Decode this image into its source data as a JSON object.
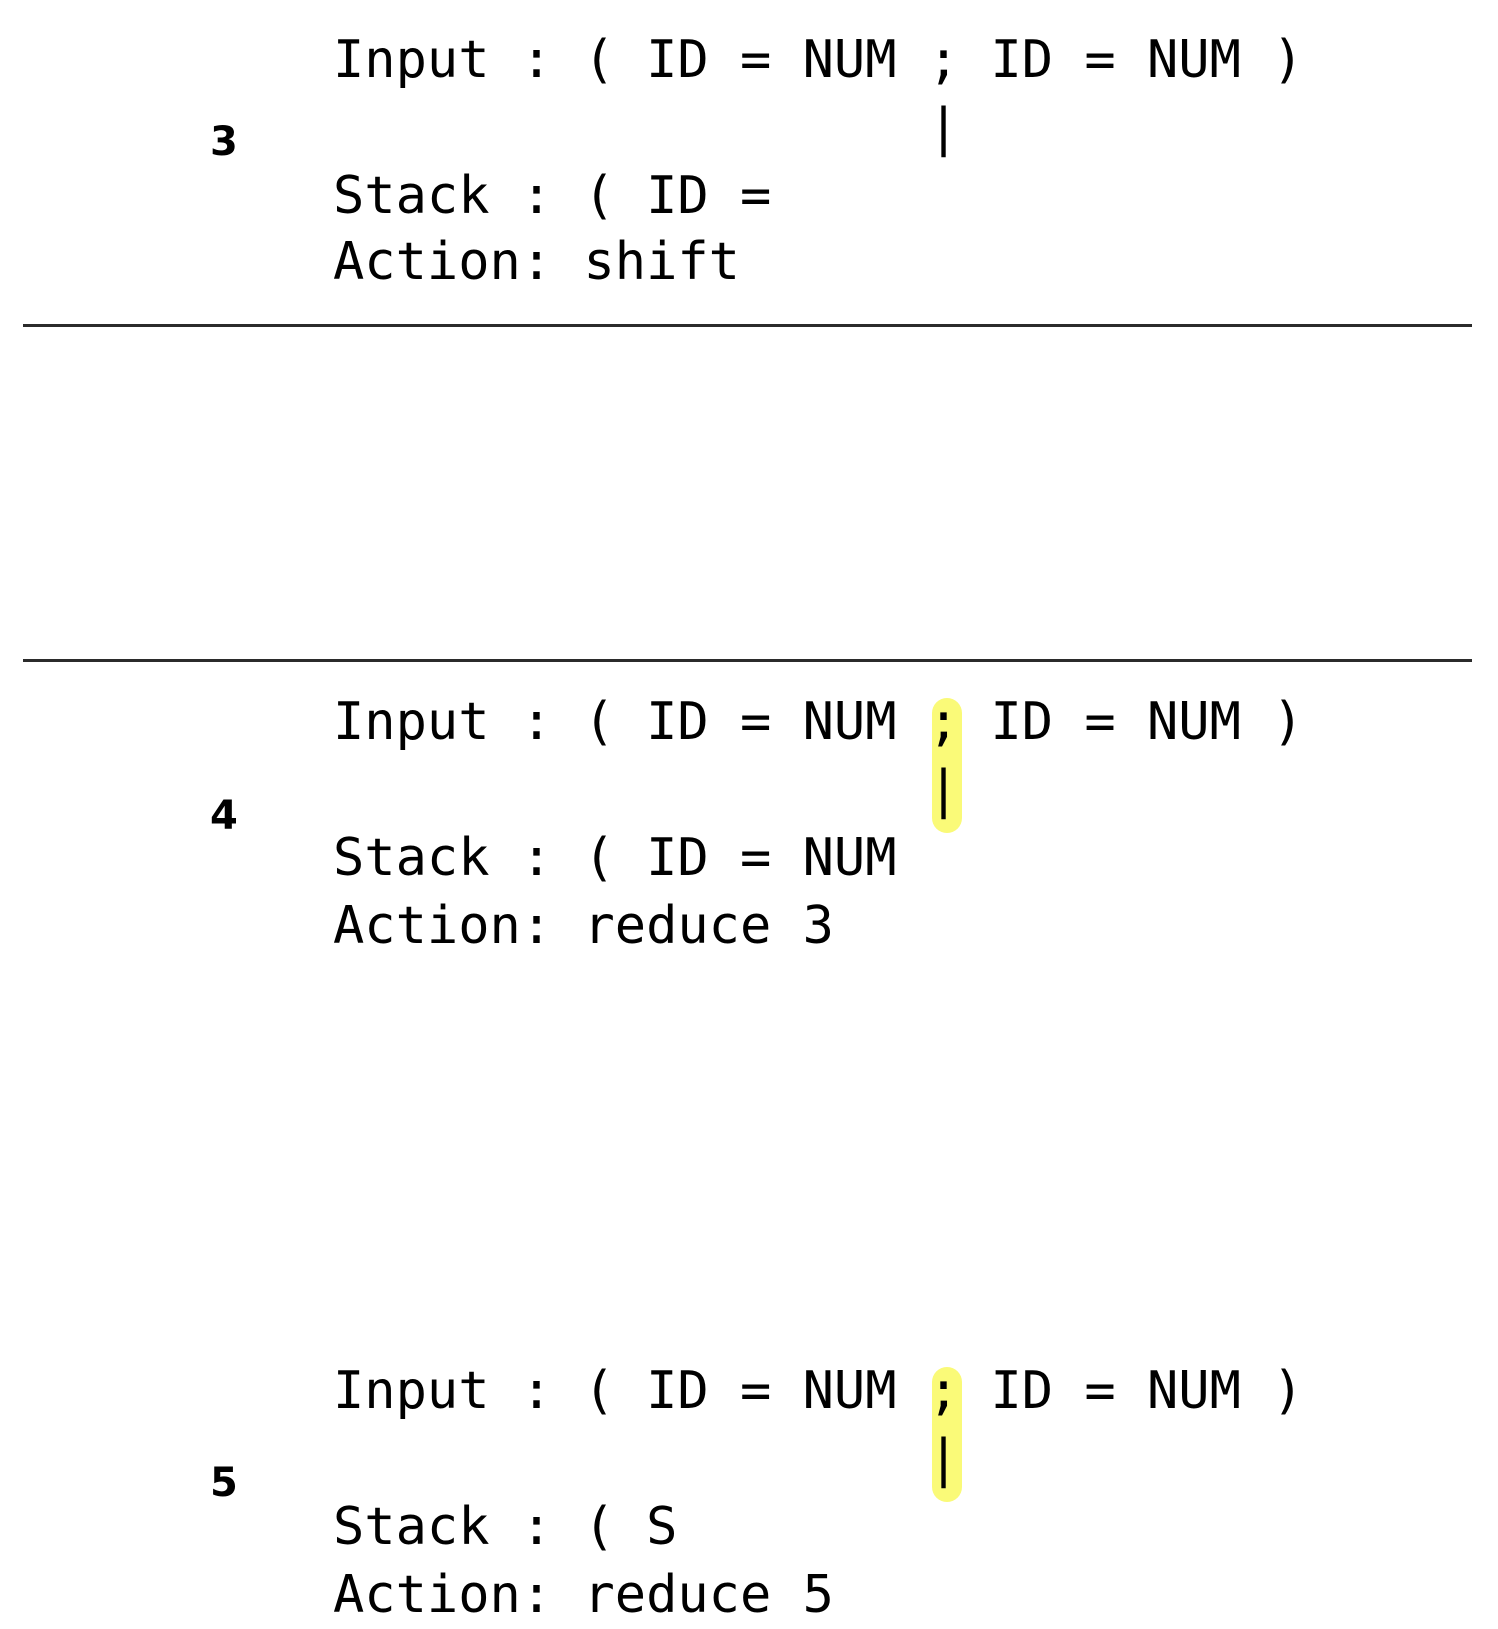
{
  "document": {
    "title": "LR Parser Trace",
    "background_color": "#ffffff",
    "text_color": "#000000",
    "highlight_color": "#fafa78",
    "divider_color": "#2b2b2b"
  },
  "labels": {
    "input_prefix": "Input : ",
    "stack_prefix": "Stack : ",
    "action_prefix": "Action: "
  },
  "rows": [
    {
      "step": "3",
      "input_line": "Input : ( ID = NUM ; ID = NUM )",
      "cursor_line": "                   |",
      "cursor_char": "|",
      "cursor_column": 19,
      "stack_line": "Stack : ( ID =",
      "action_line": "Action: shift",
      "action_type": "shift",
      "highlighted": false
    },
    {
      "step": "4",
      "input_line": "Input : ( ID = NUM ; ID = NUM )",
      "cursor_line": "                   |",
      "cursor_char": "|",
      "cursor_column": 19,
      "stack_line": "Stack : ( ID = NUM",
      "action_line": "Action: reduce 3",
      "action_type": "reduce 3",
      "highlighted": true,
      "highlight_token": ";"
    },
    {
      "step": "5",
      "input_line": "Input : ( ID = NUM ; ID = NUM )",
      "cursor_line": "                   |",
      "cursor_char": "|",
      "cursor_column": 19,
      "stack_line": "Stack : ( S",
      "action_line": "Action: reduce 5",
      "action_type": "reduce 5",
      "highlighted": true,
      "highlight_token": ";"
    }
  ]
}
